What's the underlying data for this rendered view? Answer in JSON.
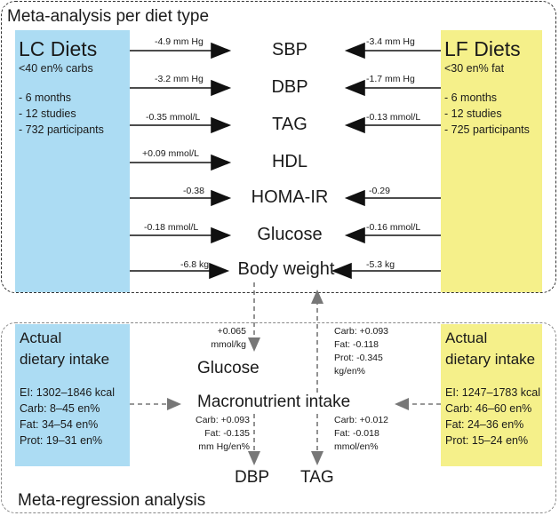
{
  "titles": {
    "top": "Meta-analysis per diet type",
    "bottom": "Meta-regression analysis"
  },
  "lc_panel": {
    "heading": "LC Diets",
    "subheading": "<40 en% carbs",
    "details": [
      "- 6 months",
      "- 12 studies",
      "- 732 participants"
    ]
  },
  "lf_panel": {
    "heading": "LF Diets",
    "subheading": "<30 en% fat",
    "details": [
      "- 6 months",
      "- 12 studies",
      "- 725 participants"
    ]
  },
  "outcomes": [
    {
      "name": "SBP",
      "lc_effect": "-4.9 mm Hg",
      "lf_effect": "-3.4 mm Hg"
    },
    {
      "name": "DBP",
      "lc_effect": "-3.2 mm Hg",
      "lf_effect": "-1.7 mm Hg"
    },
    {
      "name": "TAG",
      "lc_effect": "-0.35 mmol/L",
      "lf_effect": "-0.13 mmol/L"
    },
    {
      "name": "HDL",
      "lc_effect": "+0.09 mmol/L",
      "lf_effect": ""
    },
    {
      "name": "HOMA-IR",
      "lc_effect": "-0.38",
      "lf_effect": "-0.29"
    },
    {
      "name": "Glucose",
      "lc_effect": "-0.18 mmol/L",
      "lf_effect": "-0.16 mmol/L"
    },
    {
      "name": "Body weight",
      "lc_effect": "-6.8 kg",
      "lf_effect": "-5.3 kg"
    }
  ],
  "lc_intake": {
    "heading": [
      "Actual",
      "dietary intake"
    ],
    "lines": [
      "EI: 1302–1846 kcal",
      "Carb: 8–45 en%",
      "Fat: 34–54 en%",
      "Prot: 19–31 en%"
    ]
  },
  "lf_intake": {
    "heading": [
      "Actual",
      "dietary intake"
    ],
    "lines": [
      "EI: 1247–1783 kcal",
      "Carb: 46–60 en%",
      "Fat: 24–36 en%",
      "Prot: 15–24 en%"
    ]
  },
  "regression": {
    "macronutrient_label": "Macronutrient intake",
    "glucose_label": "Glucose",
    "dbp_label": "DBP",
    "tag_label": "TAG",
    "bw_to_glucose": [
      "+0.065",
      "mmol/kg"
    ],
    "macro_to_bw": [
      "Carb: +0.093",
      "Fat: -0.118",
      "Prot: -0.345",
      "kg/en%"
    ],
    "macro_to_dbp": [
      "Carb: +0.093",
      "Fat: -0.135",
      "mm Hg/en%"
    ],
    "macro_to_tag": [
      "Carb: +0.012",
      "Fat: -0.018",
      "mmol/en%"
    ]
  }
}
